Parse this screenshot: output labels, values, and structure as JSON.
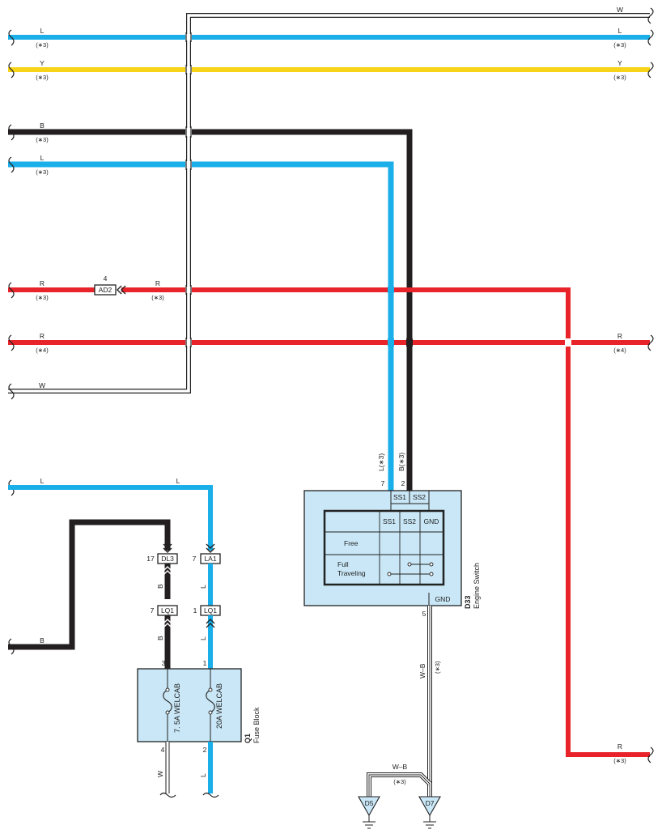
{
  "colors": {
    "L": "#1aafe8",
    "Y": "#f7d417",
    "B": "#231f20",
    "R": "#e8242a",
    "W": "#ffffff",
    "component_fill": "#c9e7f6"
  },
  "wires": {
    "w_top": {
      "code": "W"
    },
    "l_top": {
      "code": "L",
      "note": "(∗3)"
    },
    "y_top": {
      "code": "Y",
      "note": "(∗3)"
    },
    "b_mid": {
      "code": "B",
      "note": "(∗3)"
    },
    "l_mid": {
      "code": "L",
      "note": "(∗3)"
    },
    "r_mid": {
      "code": "R",
      "note": "(∗3)"
    },
    "r_mid2": {
      "code": "R",
      "note": "(∗3)"
    },
    "r_low": {
      "code": "R",
      "note": "(∗4)"
    },
    "w_low": {
      "code": "W"
    },
    "l_fuse": {
      "code": "L"
    },
    "b_fuse": {
      "code": "B"
    },
    "r_right": {
      "code": "R",
      "note": "(∗3)"
    },
    "l_vert": {
      "label": "L(∗3)"
    },
    "b_vert": {
      "label": "B(∗3)"
    },
    "wb_vert": {
      "code": "W–B",
      "note": "(∗3)"
    },
    "wb_d5": {
      "code": "W–B",
      "note": "(∗3)"
    },
    "fuse_out_w": {
      "code": "W"
    },
    "fuse_out_l": {
      "code": "L"
    },
    "dl3_wire": {
      "code": "B"
    },
    "lq1a_wire": {
      "code": "B"
    },
    "la1_wire": {
      "code": "L"
    },
    "lq1b_wire": {
      "code": "L"
    }
  },
  "connectors": {
    "ad2": {
      "id": "AD2",
      "pin": "4"
    },
    "dl3": {
      "id": "DL3",
      "pin": "17"
    },
    "la1": {
      "id": "LA1",
      "pin": "7"
    },
    "lq1a": {
      "id": "LQ1",
      "pin": "7"
    },
    "lq1b": {
      "id": "LQ1",
      "pin": "1"
    }
  },
  "engine_switch": {
    "code": "D33",
    "name": "Engine Switch",
    "pin_ss1": "7",
    "pin_ss2": "2",
    "pin_gnd": "5",
    "term_ss1": "SS1",
    "term_ss2": "SS2",
    "term_gnd": "GND",
    "table_headers": [
      "SS1",
      "SS2",
      "GND"
    ],
    "row_free": "Free",
    "row_full_1": "Full",
    "row_full_2": "Traveling"
  },
  "fuse_block": {
    "code": "Q1",
    "name": "Fuse Block",
    "fuse_1": "7. 5A WELCAB",
    "fuse_2": "20A WELCAB",
    "pin_in_1": "3",
    "pin_in_2": "1",
    "pin_out_1": "4",
    "pin_out_2": "2"
  },
  "grounds": {
    "d5": "D5",
    "d7": "D7"
  }
}
